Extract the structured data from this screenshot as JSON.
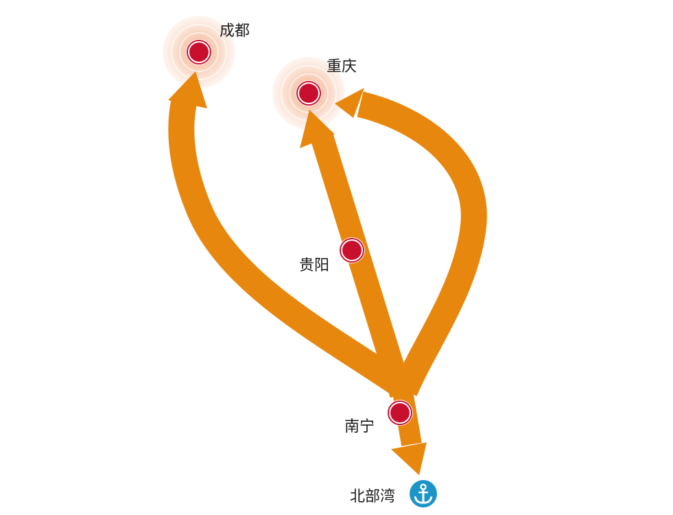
{
  "map": {
    "cities": [
      {
        "id": "chengdu",
        "label": "成都",
        "hub": true
      },
      {
        "id": "chongqing",
        "label": "重庆",
        "hub": true
      },
      {
        "id": "guiyang",
        "label": "贵阳",
        "hub": false
      },
      {
        "id": "nanning",
        "label": "南宁",
        "hub": false
      }
    ],
    "port": {
      "label": "北部湾",
      "icon": "anchor-icon"
    },
    "routes": [
      {
        "from": "南宁",
        "to": "成都"
      },
      {
        "from": "南宁",
        "to": "重庆",
        "via": "贵阳"
      },
      {
        "from": "南宁",
        "to": "重庆"
      },
      {
        "from": "南宁",
        "to": "北部湾"
      }
    ]
  },
  "colors": {
    "route": "#e8870d",
    "city_dot": "#c8102e",
    "halo": "#f2a077",
    "anchor": "#1b95c7",
    "label": "#1a1a1a"
  }
}
